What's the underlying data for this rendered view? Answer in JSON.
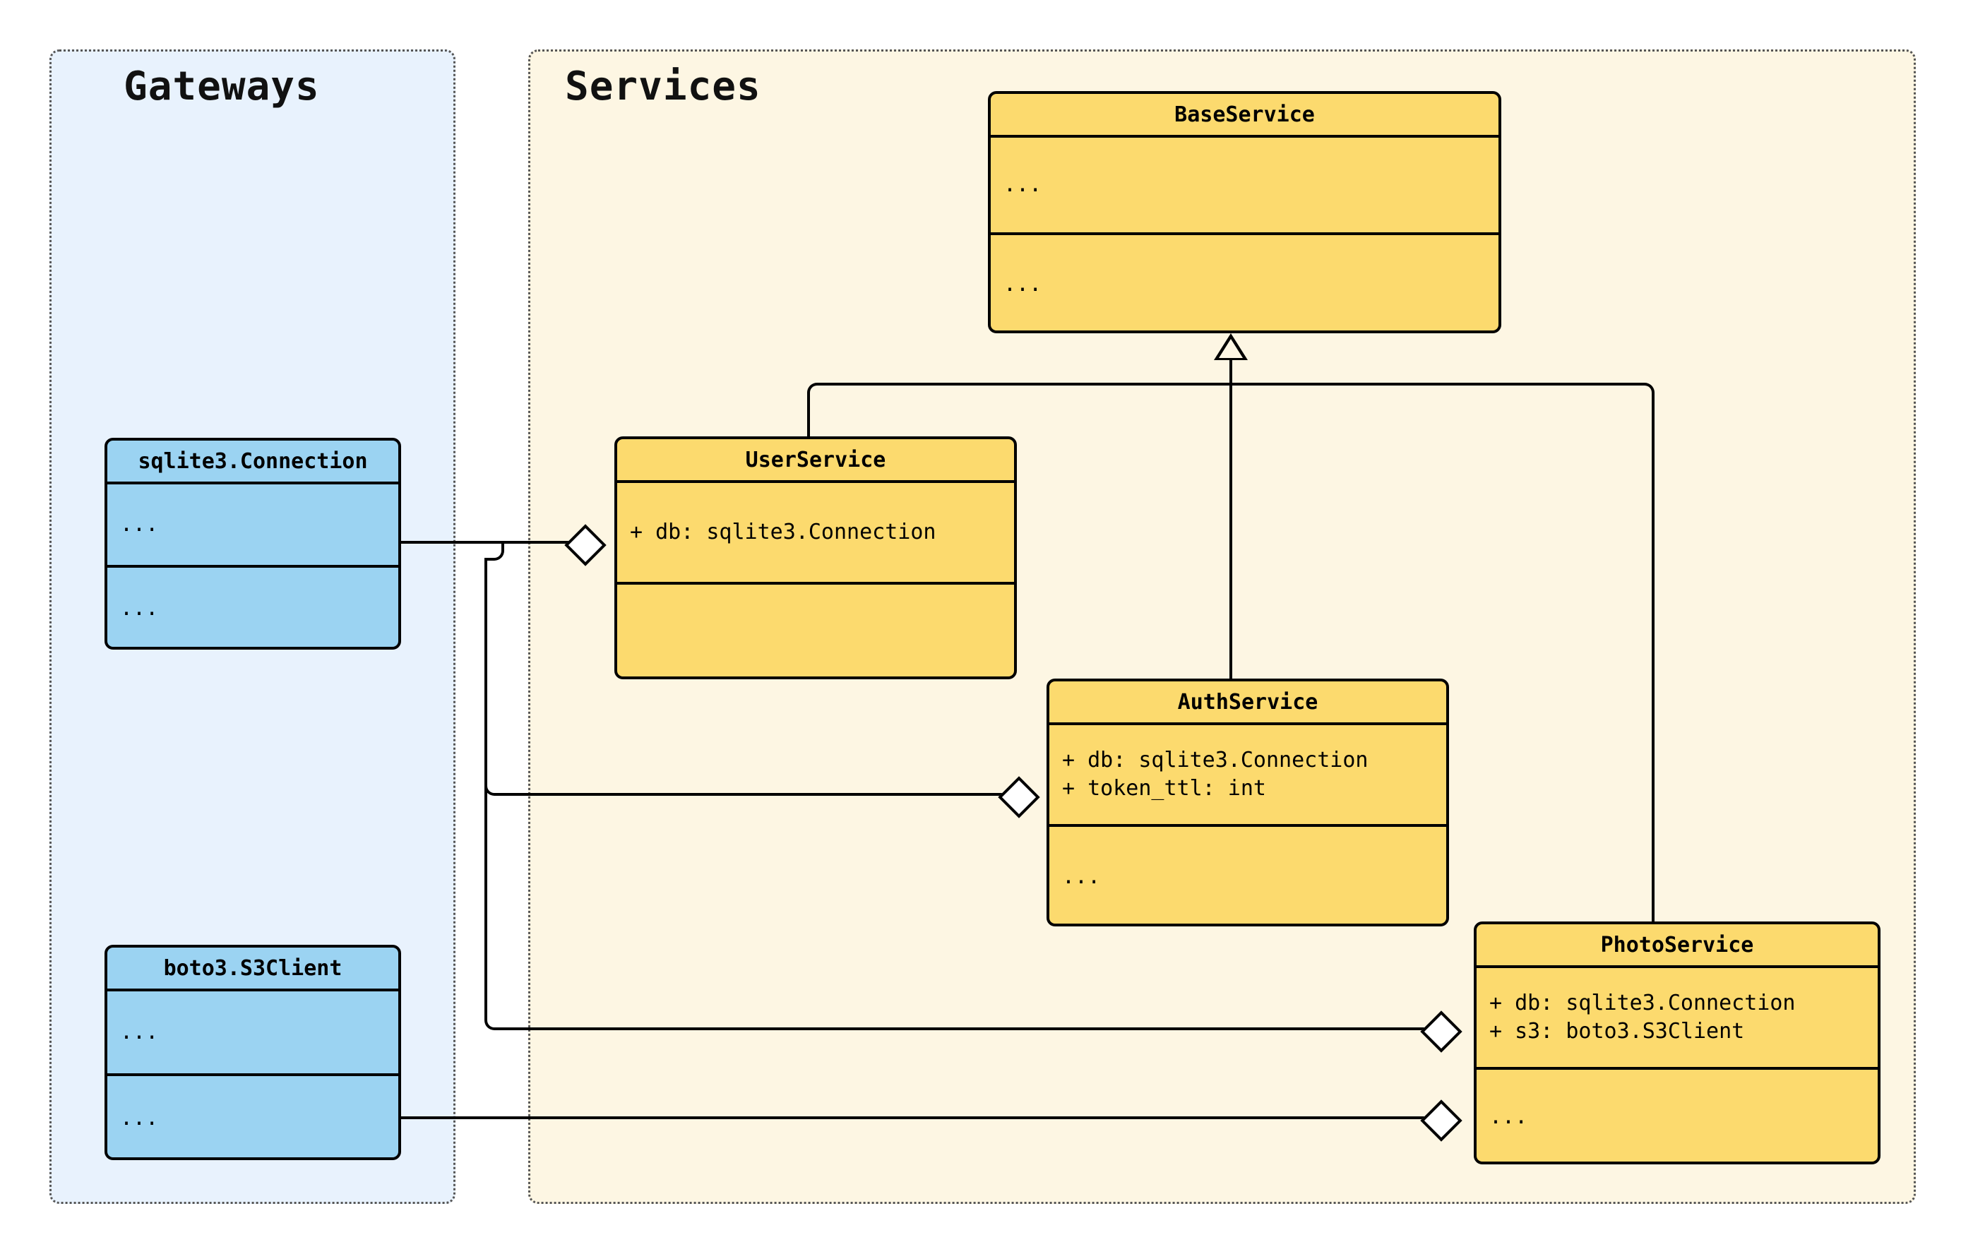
{
  "diagram": {
    "title": "Service architecture UML class diagram",
    "kind": "uml-class-diagram"
  },
  "colors": {
    "gateway_fill": "#e8f2fd",
    "gateway_class_fill": "#9bd3f2",
    "service_fill": "#fdf6e3",
    "service_class_fill": "#fcda6e",
    "border": "#000000",
    "panel_border": "#555555"
  },
  "packages": [
    {
      "id": "gateways",
      "title": "Gateways"
    },
    {
      "id": "services",
      "title": "Services"
    }
  ],
  "classes": {
    "sqlite_connection": {
      "name": "sqlite3.Connection",
      "attributes": "...",
      "methods": "..."
    },
    "s3_client": {
      "name": "boto3.S3Client",
      "attributes": "...",
      "methods": "..."
    },
    "base_service": {
      "name": "BaseService",
      "attributes": "...",
      "methods": "..."
    },
    "user_service": {
      "name": "UserService",
      "attributes": "+ db: sqlite3.Connection",
      "methods": ""
    },
    "auth_service": {
      "name": "AuthService",
      "attributes": "+ db: sqlite3.Connection\n+ token_ttl: int",
      "methods": "..."
    },
    "photo_service": {
      "name": "PhotoService",
      "attributes": "+ db: sqlite3.Connection\n+ s3: boto3.S3Client",
      "methods": "..."
    }
  },
  "relations": [
    {
      "type": "generalization",
      "from": "UserService",
      "to": "BaseService"
    },
    {
      "type": "generalization",
      "from": "AuthService",
      "to": "BaseService"
    },
    {
      "type": "generalization",
      "from": "PhotoService",
      "to": "BaseService"
    },
    {
      "type": "aggregation",
      "from": "UserService",
      "to": "sqlite3.Connection"
    },
    {
      "type": "aggregation",
      "from": "AuthService",
      "to": "sqlite3.Connection"
    },
    {
      "type": "aggregation",
      "from": "PhotoService",
      "to": "sqlite3.Connection"
    },
    {
      "type": "aggregation",
      "from": "PhotoService",
      "to": "boto3.S3Client"
    }
  ]
}
